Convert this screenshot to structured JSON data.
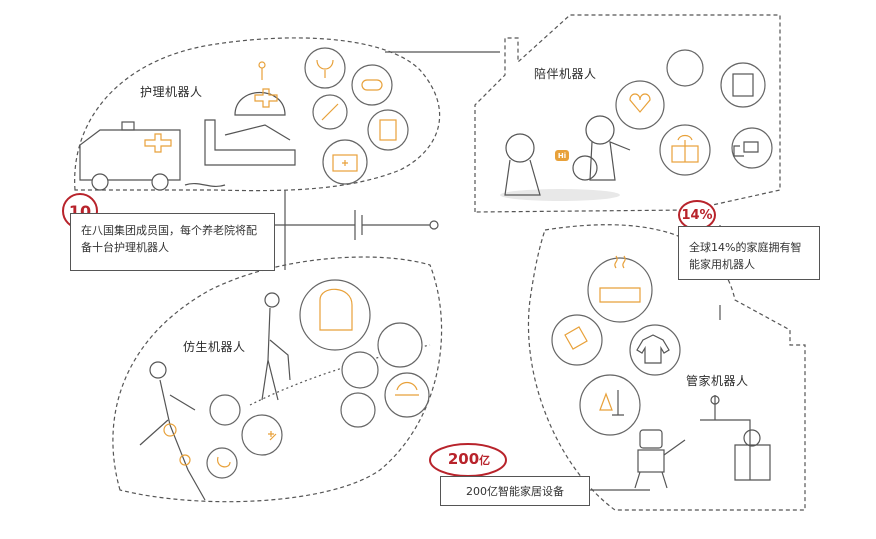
{
  "colors": {
    "accent": "#e8a13a",
    "badge": "#b8232b",
    "line": "#555555"
  },
  "sections": {
    "nursing": {
      "title": "护理机器人"
    },
    "companion": {
      "title": "陪伴机器人"
    },
    "bionic": {
      "title": "仿生机器人"
    },
    "butler": {
      "title": "管家机器人"
    }
  },
  "stats": {
    "nursing": {
      "badge": "10",
      "text": "在八国集团成员国，每个养老院将配备十台护理机器人"
    },
    "companion": {
      "badge": "14%",
      "text": "全球14%的家庭拥有智能家用机器人"
    },
    "devices": {
      "badge_number": "200",
      "badge_unit": "亿",
      "text": "200亿智能家居设备"
    }
  },
  "companion_bubble": "Hi",
  "icons": {
    "nursing": [
      "stethoscope-icon",
      "pill-icon",
      "syringe-icon",
      "clipboard-icon",
      "first-aid-kit-icon"
    ],
    "companion": [
      "music-icon",
      "hearts-icon",
      "book-icon",
      "gift-icon",
      "chat-icon"
    ],
    "bionic": [
      "robot-head-icon",
      "weather-icon",
      "mountain-icon",
      "sunset-icon",
      "knee-joint-icon",
      "accident-icon",
      "wheelchair-icon"
    ],
    "butler": [
      "pot-icon",
      "bottle-icon",
      "shirt-icon",
      "cleaning-icon"
    ]
  }
}
